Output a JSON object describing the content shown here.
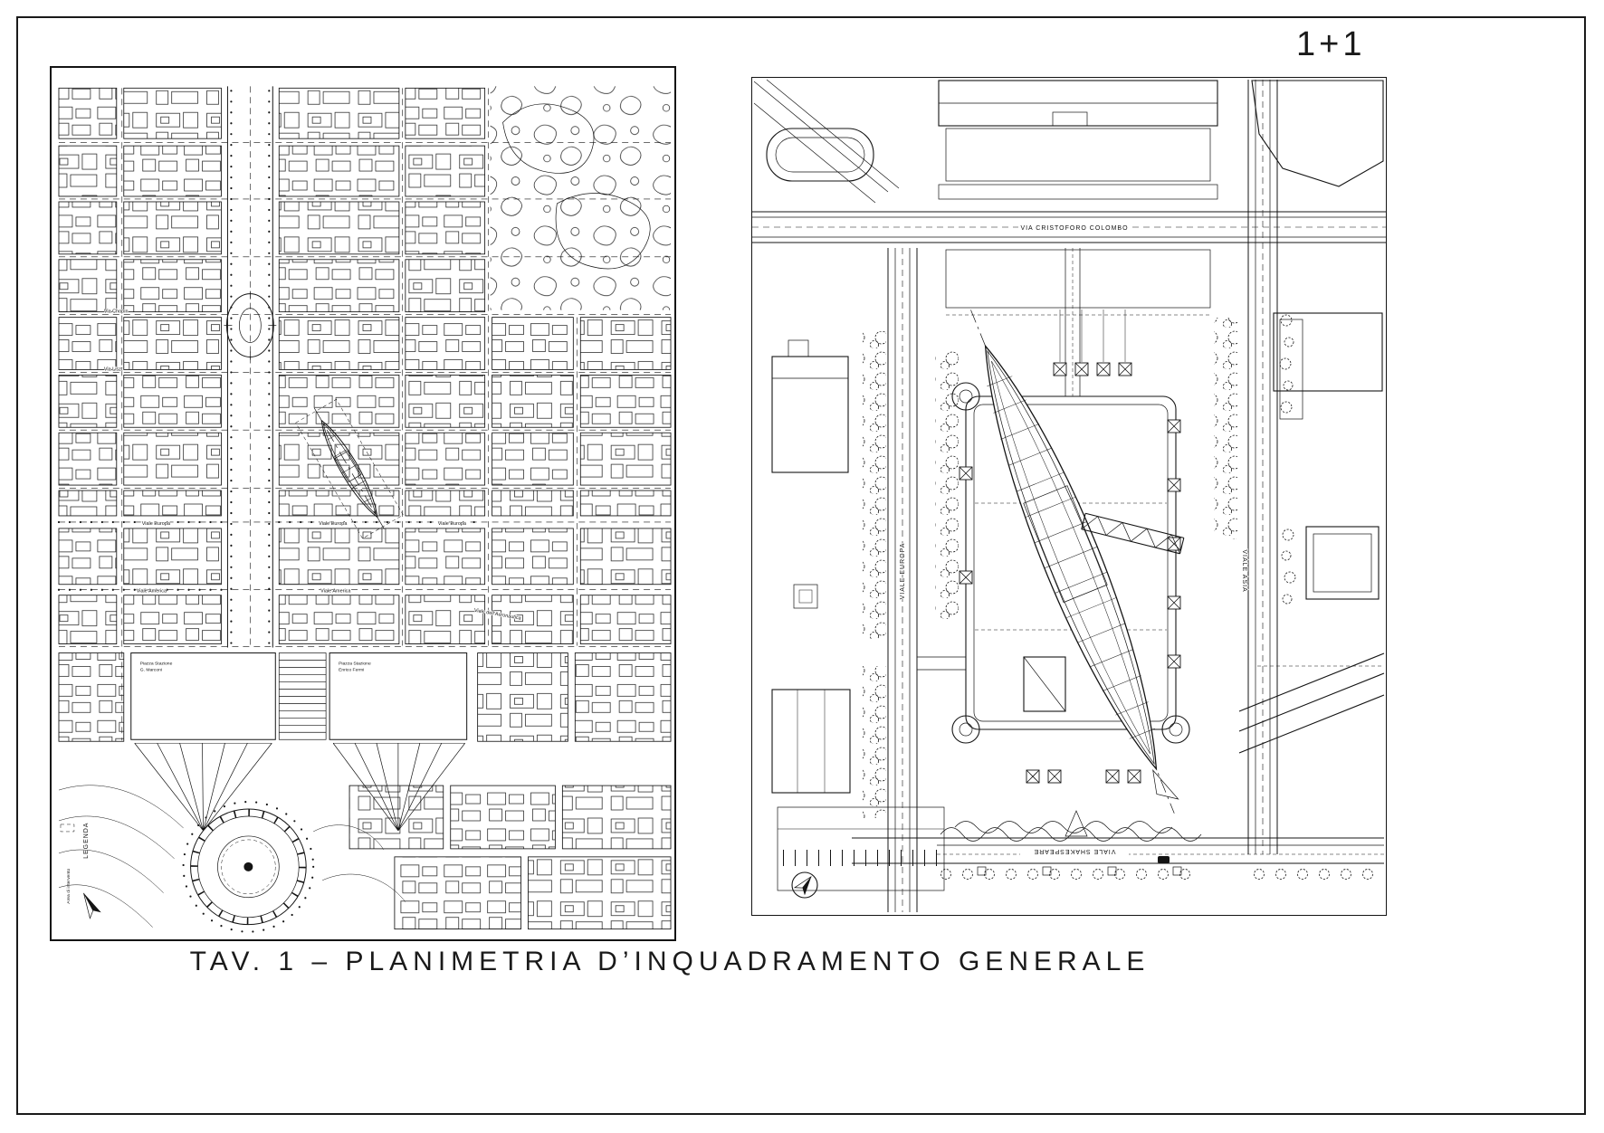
{
  "sheet": {
    "page_ref": "1+1",
    "title": "TAV. 1 – PLANIMETRIA D’INQUADRAMENTO GENERALE"
  },
  "left_map": {
    "labels": {
      "via_chopin": "Via Chopin",
      "via_liszt": "Via Liszt",
      "viale_europa_1": "Viale Europa",
      "viale_europa_2": "Viale Europa",
      "viale_europa_3": "Viale Europa",
      "viale_america_1": "Viale America",
      "viale_america_2": "Viale America",
      "piazza_stazione_1_line1": "Piazza Stazione",
      "piazza_stazione_1_line2": "G. Marconi",
      "piazza_stazione_2_line1": "Piazza Stazione",
      "piazza_stazione_2_line2": "Enrico Fermi",
      "viale_aeronautica": "Viale dell’Aeronautica"
    },
    "legend": {
      "title": "LEGENDA",
      "area_item": "Area di intervento"
    }
  },
  "right_map": {
    "labels": {
      "via_cristoforo_colombo": "VIA CRISTOFORO COLOMBO",
      "viale_europa": "VIALE EUROPA",
      "viale_asia": "VIALE ASIA",
      "viale_shakespeare": "VIALE SHAKESPEARE"
    }
  }
}
